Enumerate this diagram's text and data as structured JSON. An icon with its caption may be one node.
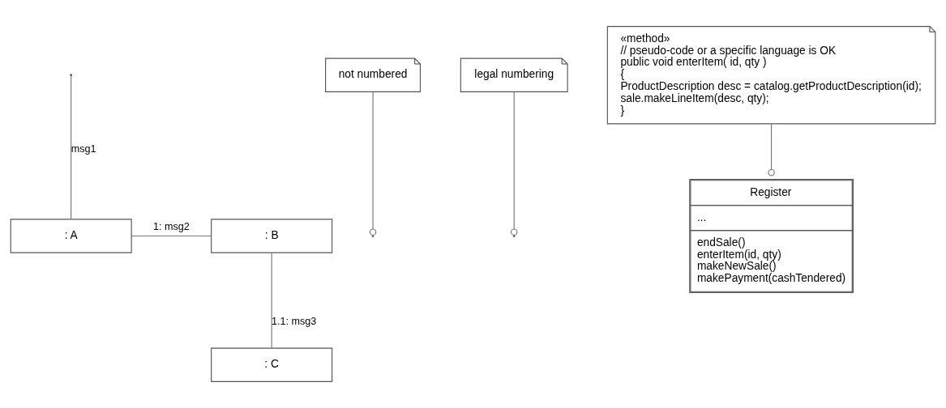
{
  "diagram": {
    "nodes": [
      {
        "text": [
          ": A"
        ]
      },
      {
        "text": [
          ": B"
        ]
      },
      {
        "text": [
          ": C"
        ]
      },
      {
        "text": [
          "not numbered"
        ]
      },
      {
        "text": [
          "legal numbering"
        ]
      },
      {
        "text": [
          "«method»",
          "// pseudo-code or a specific language is OK",
          "public void enterItem( id, qty )",
          "{",
          "ProductDescription desc = catalog.getProductDescription(id);",
          "sale.makeLineItem(desc, qty);",
          "}"
        ]
      },
      {
        "text": [
          "Register",
          "...",
          "endSale()",
          "enterItem(id, qty)",
          "makeNewSale()",
          "makePayment(cashTendered)"
        ]
      }
    ],
    "edges": [
      {
        "from": null,
        "to": 0,
        "arrow": "none",
        "label": "msg1"
      },
      {
        "from": 0,
        "to": 1,
        "arrow": "none",
        "label": "1: msg2"
      },
      {
        "from": 1,
        "to": 2,
        "arrow": "none",
        "label": "1.1: msg3"
      },
      {
        "from": 3,
        "to": null,
        "arrow": "other"
      },
      {
        "from": 4,
        "to": null,
        "arrow": "other"
      },
      {
        "from": 5,
        "to": 6,
        "arrow": "other"
      }
    ]
  }
}
